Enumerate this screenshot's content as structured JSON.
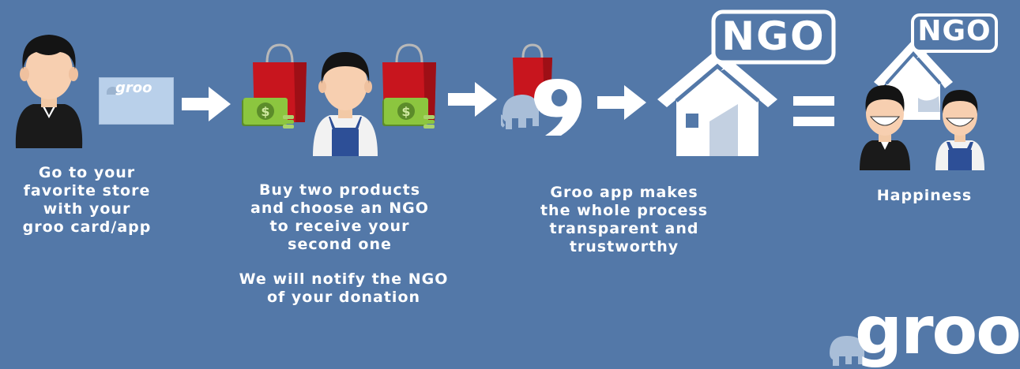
{
  "steps": [
    {
      "caption": "Go to your\nfavorite store\nwith your\ngroo card/app"
    },
    {
      "caption": "Buy two products\nand choose an NGO\nto receive your\nsecond one",
      "note": "We will notify the NGO\nof your donation"
    },
    {
      "caption": "Groo app makes\nthe whole process\ntransparent and\ntrustworthy"
    },
    {
      "caption": "Happiness"
    }
  ],
  "card": {
    "label": "groo"
  },
  "ngo": {
    "big_label": "NGO",
    "small_label": "NGO"
  },
  "brand": {
    "logo": "groo"
  },
  "icons": [
    "arrow-right-icon",
    "equals-icon",
    "shopping-bag-icon",
    "money-icon",
    "elephant-icon",
    "house-icon"
  ],
  "colors": {
    "background": "#5378a8",
    "bag": "#c8151e",
    "money": "#8cc63f",
    "apron": "#2d4f97"
  }
}
